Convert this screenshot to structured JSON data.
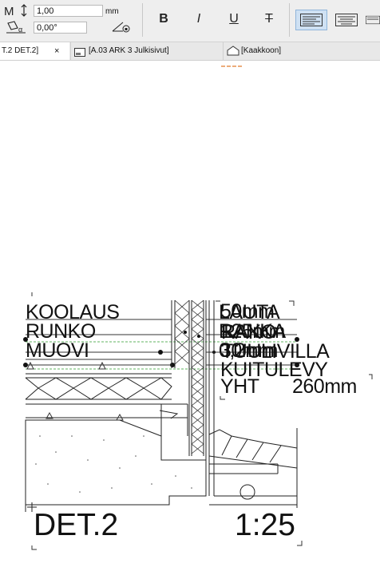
{
  "toolbar": {
    "size_value": "1,00",
    "size_unit": "mm",
    "angle_value": "0,00°",
    "bold_label": "B",
    "italic_label": "I",
    "underline_label": "U",
    "strike_label": "T"
  },
  "tabs": [
    {
      "label": "T.2 DET.2]",
      "active": true,
      "close": "×"
    },
    {
      "label": "[A.03 ARK 3 Julkisivut]",
      "active": false
    },
    {
      "label": "[Kaakkoon]",
      "active": false
    }
  ],
  "drawing": {
    "left_labels": [
      "KOOLAUS",
      "RUNKO",
      "MUOVI"
    ],
    "right_labels_a": [
      "LAUTA",
      "RANKA",
      "0,2mm"
    ],
    "right_labels_b": [
      "50mm",
      "125mm",
      "RAKO",
      "30mm",
      "TUULIVILLA",
      "KUITULEVY"
    ],
    "total_label": "YHT",
    "total_value": "260mm",
    "detail_name": "DET.2",
    "scale": "1:25"
  },
  "colors": {
    "toolbar_bg": "#eeeeee",
    "active_align_bg": "#cfe1f3",
    "guide_green": "#2e9b2e",
    "orange_marker": "#e07a2c"
  }
}
